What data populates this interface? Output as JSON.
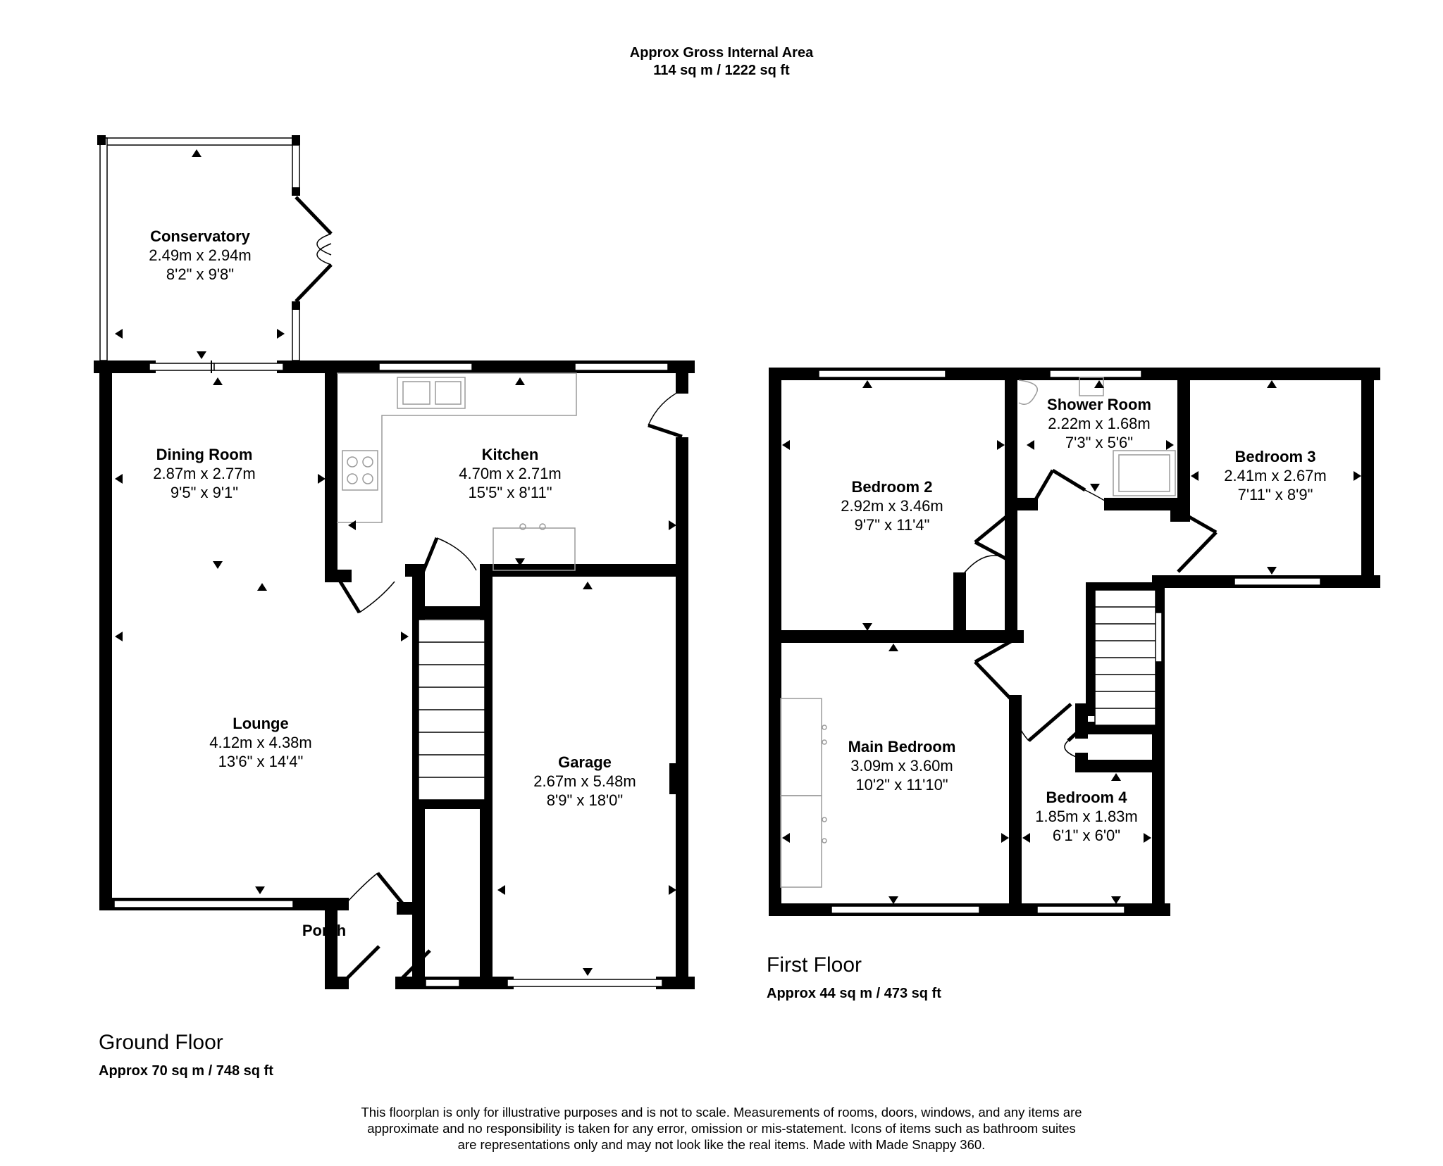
{
  "header": {
    "title": "Approx Gross Internal Area",
    "area": "114 sq m / 1222 sq ft"
  },
  "floors": [
    {
      "name": "Ground Floor",
      "area": "Approx 70 sq m / 748 sq ft",
      "rooms": [
        {
          "name": "Conservatory",
          "metric": "2.49m x 2.94m",
          "imperial": "8'2\" x 9'8\""
        },
        {
          "name": "Dining Room",
          "metric": "2.87m x 2.77m",
          "imperial": "9'5\" x 9'1\""
        },
        {
          "name": "Kitchen",
          "metric": "4.70m x 2.71m",
          "imperial": "15'5\" x 8'11\""
        },
        {
          "name": "Lounge",
          "metric": "4.12m x 4.38m",
          "imperial": "13'6\" x 14'4\""
        },
        {
          "name": "Garage",
          "metric": "2.67m x 5.48m",
          "imperial": "8'9\" x 18'0\""
        },
        {
          "name": "Porch",
          "metric": "",
          "imperial": ""
        }
      ]
    },
    {
      "name": "First Floor",
      "area": "Approx 44 sq m / 473 sq ft",
      "rooms": [
        {
          "name": "Bedroom 2",
          "metric": "2.92m x 3.46m",
          "imperial": "9'7\" x 11'4\""
        },
        {
          "name": "Shower Room",
          "metric": "2.22m x 1.68m",
          "imperial": "7'3\" x 5'6\""
        },
        {
          "name": "Bedroom 3",
          "metric": "2.41m x 2.67m",
          "imperial": "7'11\" x 8'9\""
        },
        {
          "name": "Main Bedroom",
          "metric": "3.09m x 3.60m",
          "imperial": "10'2\" x 11'10\""
        },
        {
          "name": "Bedroom 4",
          "metric": "1.85m x 1.83m",
          "imperial": "6'1\" x 6'0\""
        }
      ]
    }
  ],
  "disclaimer": [
    "This floorplan is only for illustrative purposes and is not to scale. Measurements of rooms, doors, windows, and any items are",
    "approximate and no responsibility is taken for any error, omission or mis-statement. Icons of items such as bathroom suites",
    "are representations only and may not look like the real items. Made with Made Snappy 360."
  ],
  "colors": {
    "walls": "#000000",
    "fittings": "#9a9a9a",
    "background": "#ffffff"
  }
}
